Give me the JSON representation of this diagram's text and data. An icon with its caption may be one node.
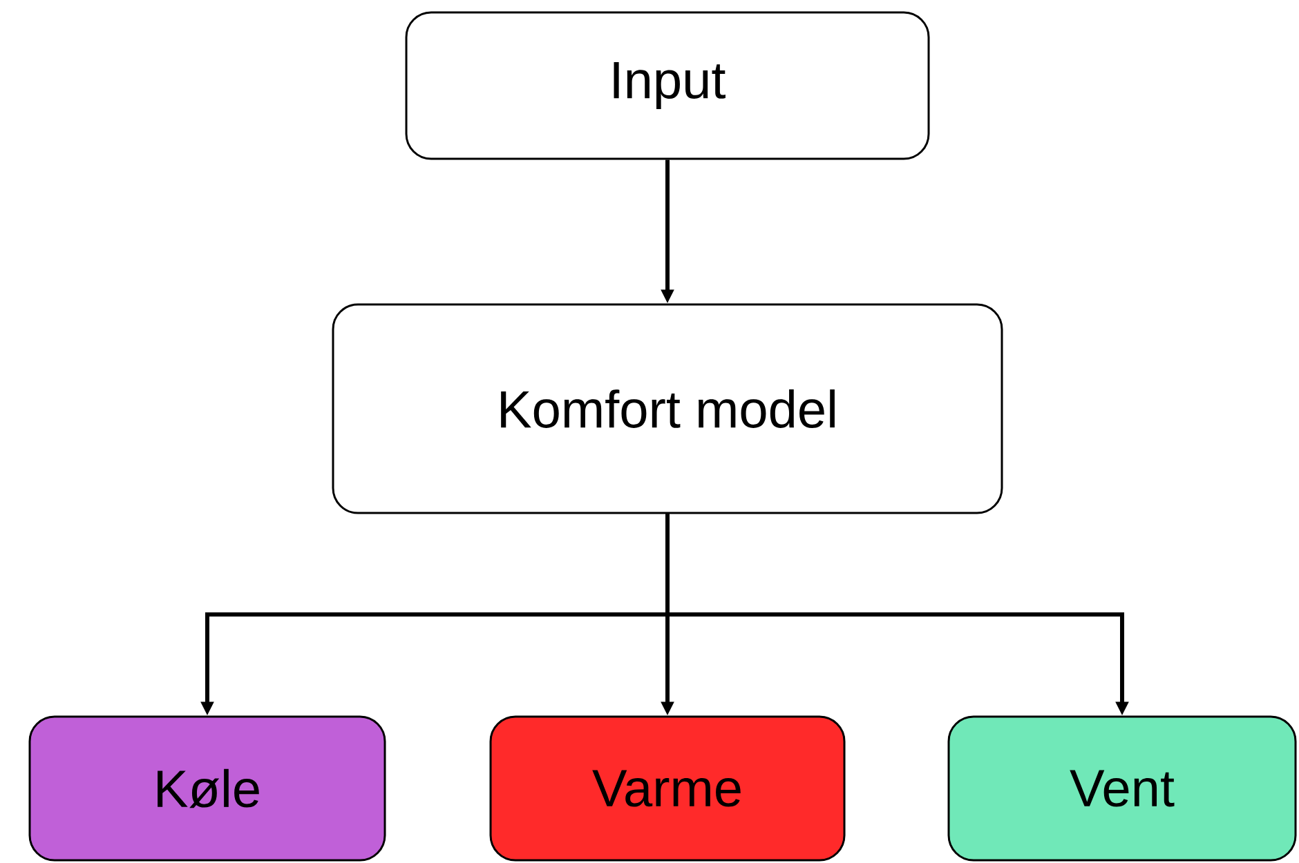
{
  "diagram": {
    "nodes": [
      {
        "text": [
          "Input"
        ]
      },
      {
        "text": [
          "Komfort model"
        ]
      },
      {
        "text": [
          "Køle"
        ]
      },
      {
        "text": [
          "Varme"
        ]
      },
      {
        "text": [
          "Vent"
        ]
      }
    ],
    "edges": [
      {
        "from": 0,
        "to": 1,
        "arrow": "to"
      },
      {
        "from": 1,
        "to": 2,
        "arrow": "to"
      },
      {
        "from": 1,
        "to": 3,
        "arrow": "to"
      },
      {
        "from": 1,
        "to": 4,
        "arrow": "to"
      }
    ]
  }
}
